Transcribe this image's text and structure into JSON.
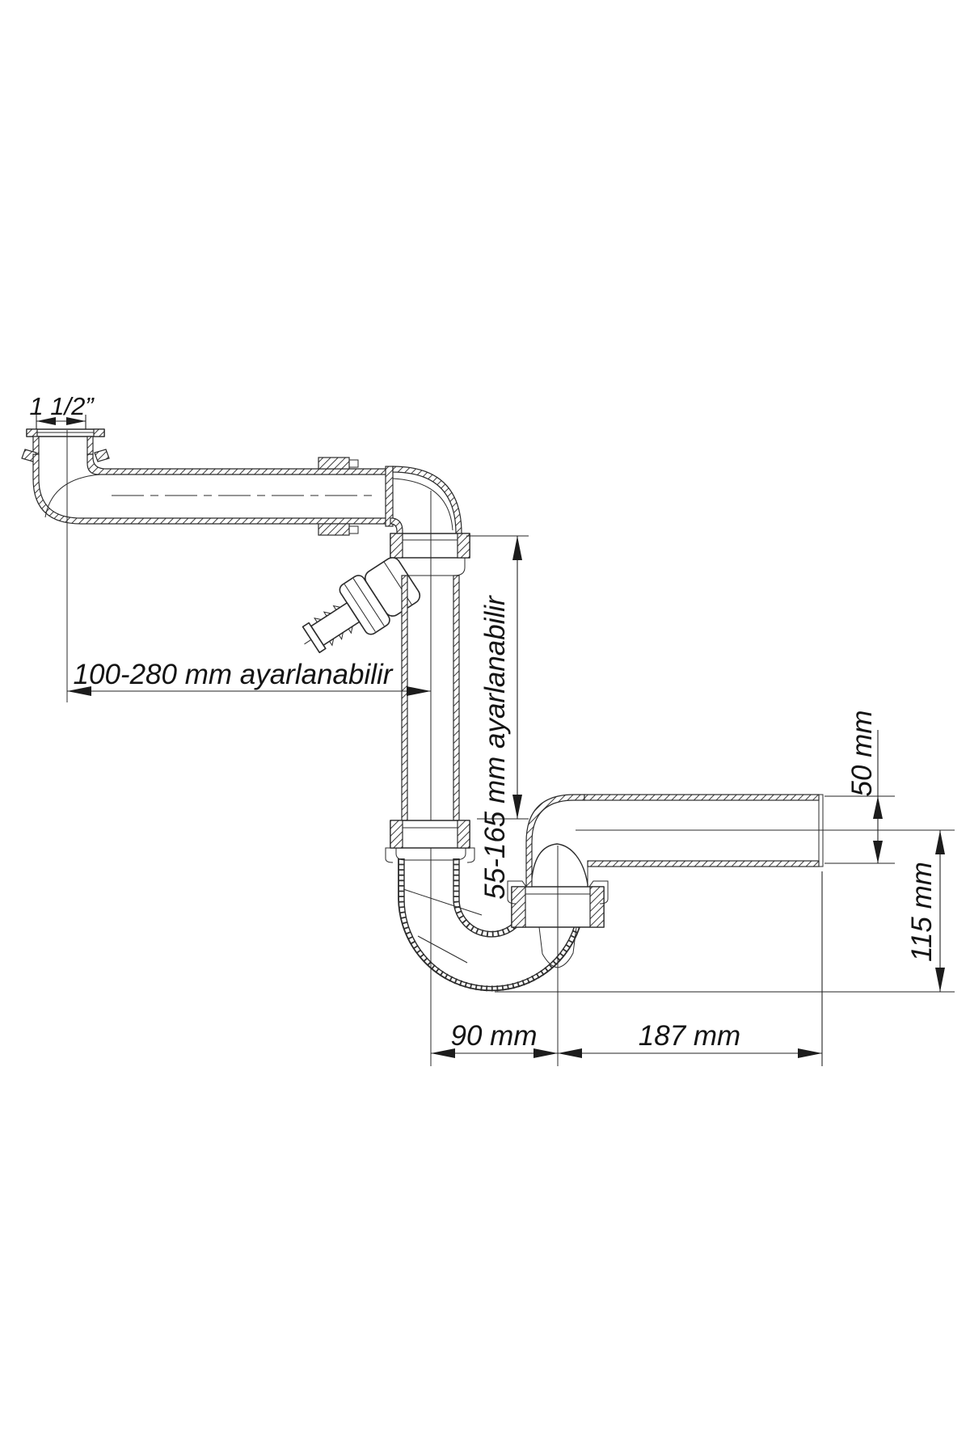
{
  "diagram": {
    "type": "technical-drawing",
    "subject": "adjustable sink trap / siphon with hose connector",
    "background": "#ffffff",
    "line_color": "#2b2b2b",
    "text_color": "#141414",
    "labels": {
      "inlet_size": "1 1/2”",
      "horizontal_adjust": "100-280 mm ayarlanabilir",
      "vertical_adjust": "55-165 mm ayarlanabilir",
      "pipe_diameter": "50 mm",
      "outlet_height": "115 mm",
      "trap_offset": "90 mm",
      "outlet_length": "187 mm"
    }
  }
}
